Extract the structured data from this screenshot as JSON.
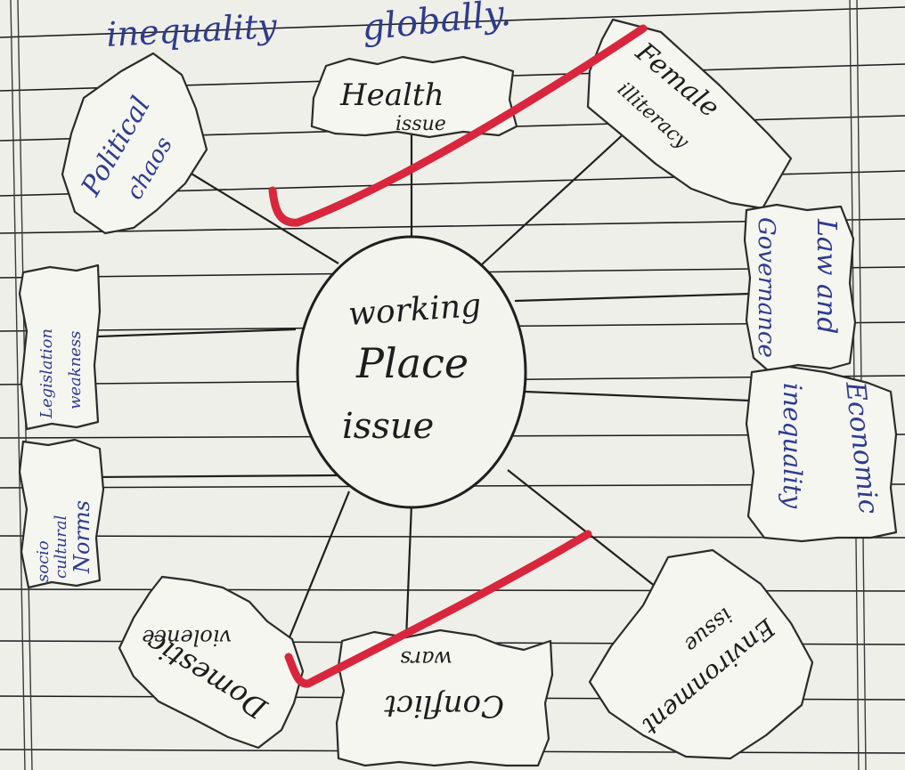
{
  "header": {
    "word_1": "inequality",
    "word_2": "globally."
  },
  "center": {
    "line_1": "working",
    "line_2": "Place",
    "line_3": "issue"
  },
  "nodes": {
    "health": {
      "line_1": "Health",
      "line_2": "issue"
    },
    "female": {
      "line_1": "Female",
      "line_2": "illiteracy"
    },
    "law": {
      "line_1": "Law and",
      "line_2": "Governance"
    },
    "economic": {
      "line_1": "Economic",
      "line_2": "inequality"
    },
    "environment": {
      "line_1": "Environment",
      "line_2": "issue"
    },
    "conflict": {
      "line_1": "Conflict",
      "line_2": "wars"
    },
    "domestic": {
      "line_1": "Domestic",
      "line_2": "violence"
    },
    "socio": {
      "line_1": "socio",
      "line_2": "cultural",
      "line_3": "Norms"
    },
    "legislation": {
      "line_1": "Legislation",
      "line_2": "weakness"
    },
    "political": {
      "line_1": "Political",
      "line_2": "chaos"
    }
  },
  "colors": {
    "paper": "#efefe9",
    "ruling": "#1b1b1b",
    "ink_blue": "#2d3b8f",
    "ink_dark": "#1d1d1d",
    "check_mark": "#d9263d"
  }
}
